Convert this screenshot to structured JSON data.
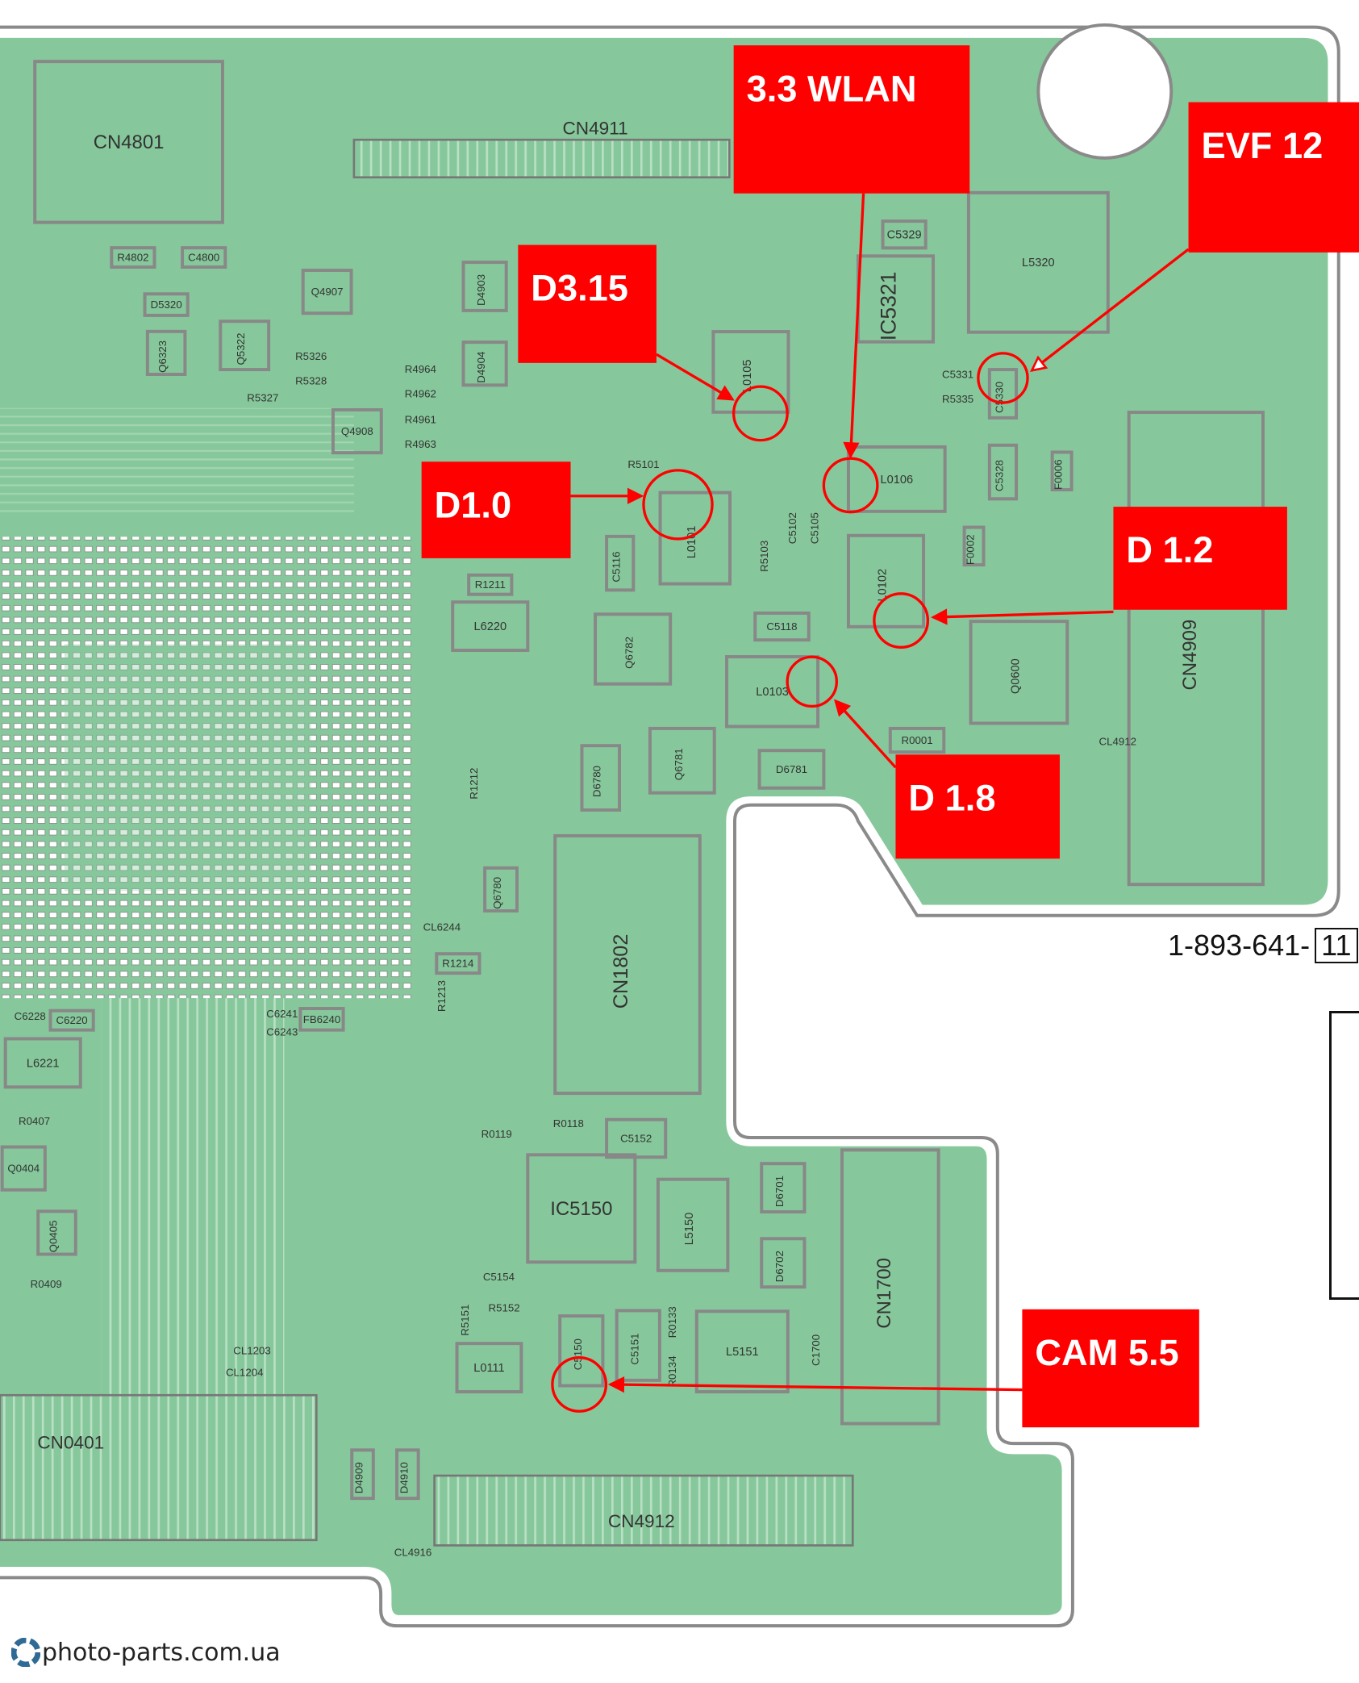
{
  "diagram": {
    "board_color": "#86c89b",
    "outline_color": "#8a8a8a",
    "callout_color": "#ff0000",
    "callouts": [
      {
        "label": "3.3 WLAN",
        "target": "L0106"
      },
      {
        "label": "EVF 12",
        "target": "C5330"
      },
      {
        "label": "D3.15",
        "target": "L0105"
      },
      {
        "label": "D1.0",
        "target": "L0101"
      },
      {
        "label": "D 1.2",
        "target": "L0102"
      },
      {
        "label": "D 1.8",
        "target": "L0103"
      },
      {
        "label": "CAM 5.5",
        "target": "C5150"
      }
    ],
    "components": [
      "CN4801",
      "CN4911",
      "IC5321",
      "L5320",
      "L0106",
      "L0102",
      "L0103",
      "L0101",
      "L0105",
      "Q0600",
      "CN4909",
      "CN1802",
      "IC5150",
      "L5150",
      "CN1700",
      "L5151",
      "L0111",
      "CN0401",
      "CN4912",
      "L6220",
      "L6221",
      "C5329",
      "C5328",
      "Q6781",
      "D6781",
      "D6780",
      "R0001",
      "CL4912",
      "C5118",
      "C5116",
      "R5101",
      "C5152",
      "R1211",
      "R1214",
      "FB6240",
      "C6220",
      "C6228",
      "C5330",
      "C5150",
      "C5151",
      "D4904",
      "D4903",
      "Q4907",
      "Q4908",
      "R4802",
      "C4800",
      "D5320",
      "Q6323",
      "Q5322",
      "R5326",
      "R5328",
      "R5327",
      "R4964",
      "R4962",
      "R4961",
      "R4963",
      "C5331",
      "R5335",
      "F0006",
      "F0002",
      "C5105",
      "C5102",
      "R5103",
      "Q6782",
      "Q6780",
      "R0119",
      "R0118",
      "C5154",
      "R5152",
      "R5151",
      "R0133",
      "R0134",
      "C1700",
      "D6701",
      "D6702",
      "D4909",
      "D4910",
      "CL4916",
      "R0407",
      "Q0404",
      "Q0405",
      "R0409",
      "C6241",
      "C6243",
      "CL1203",
      "CL1204",
      "CL6244",
      "R1213",
      "R1212"
    ],
    "part_number": "1-893-641-",
    "revision": "11",
    "watermark": "photo-parts.com.ua"
  }
}
